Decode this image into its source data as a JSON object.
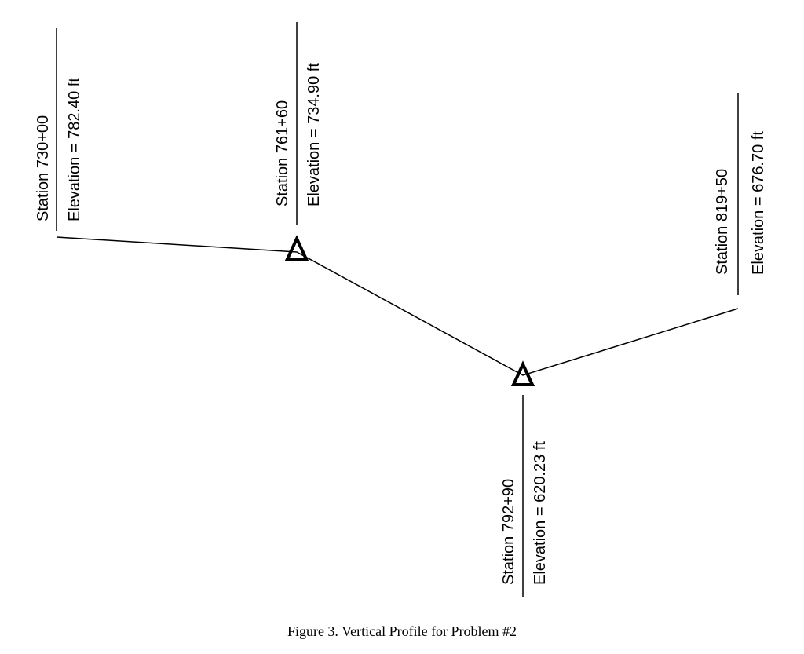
{
  "stations": [
    {
      "station": "Station 730+00",
      "elevation": "Elevation = 782.40 ft",
      "pvi": false
    },
    {
      "station": "Station 761+60",
      "elevation": "Elevation = 734.90 ft",
      "pvi": true
    },
    {
      "station": "Station 792+90",
      "elevation": "Elevation = 620.23 ft",
      "pvi": true
    },
    {
      "station": "Station 819+50",
      "elevation": "Elevation = 676.70 ft",
      "pvi": false
    }
  ],
  "caption": "Figure 3.  Vertical Profile for Problem #2",
  "colors": {
    "line": "#000000",
    "background": "#ffffff"
  }
}
